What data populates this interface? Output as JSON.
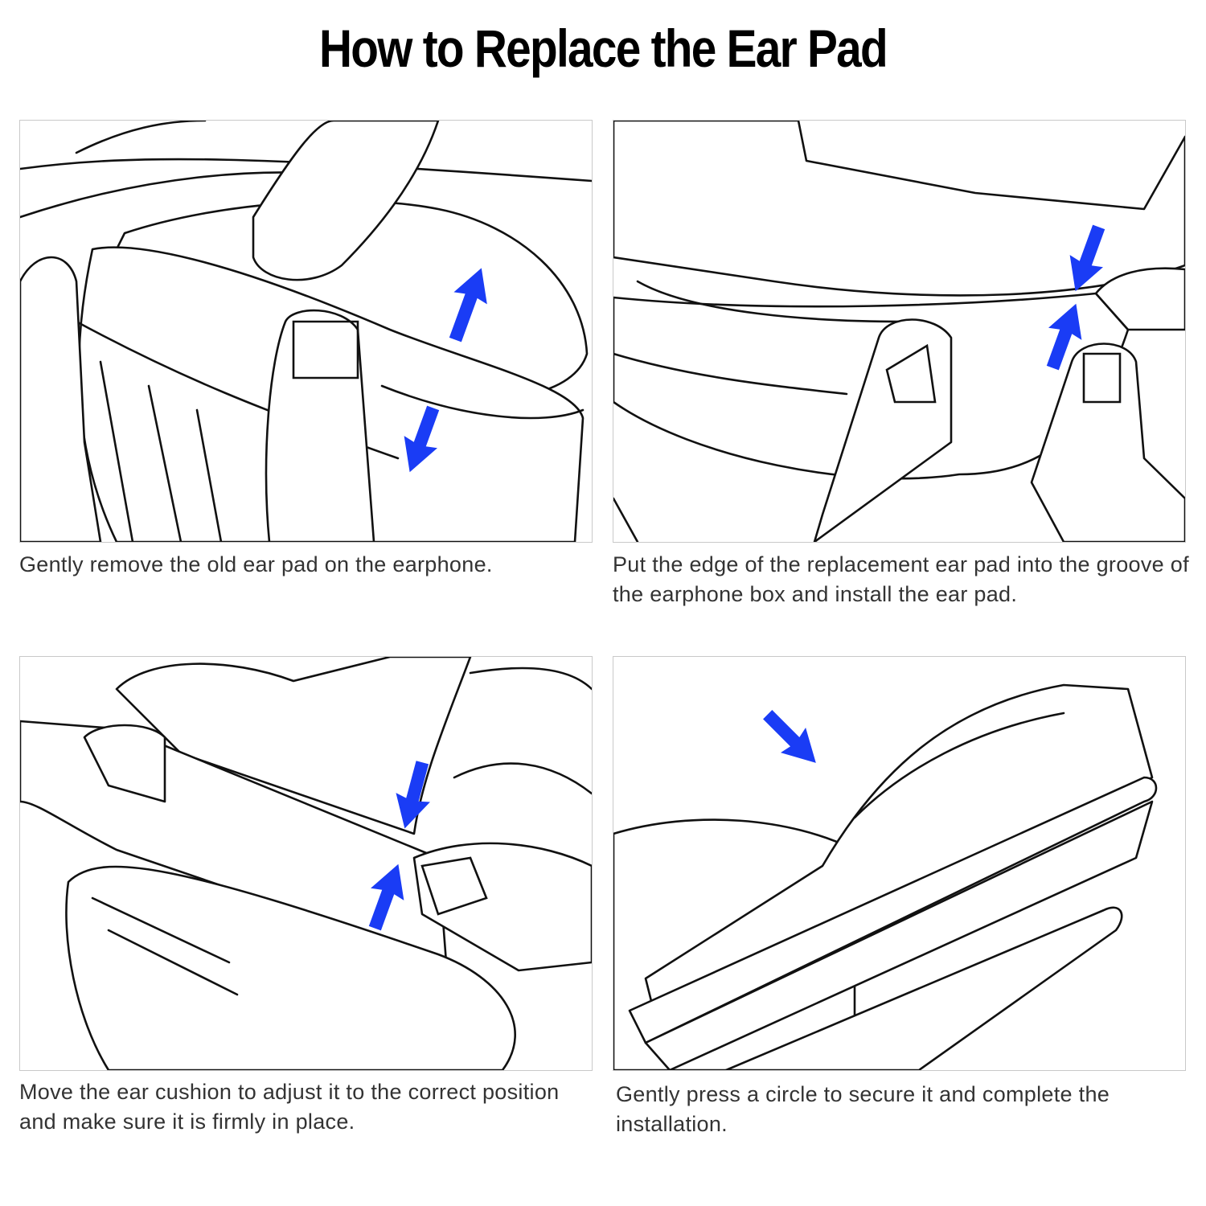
{
  "title": "How to Replace the Ear Pad",
  "accent_color": "#1a3cf5",
  "steps": [
    {
      "caption": "Gently remove the old ear pad on the earphone."
    },
    {
      "caption": "Put the edge of the replacement ear pad into the groove of the earphone box and install the ear pad."
    },
    {
      "caption": "Move the ear cushion to adjust it to the correct position and make sure it is firmly in place."
    },
    {
      "caption": "Gently press a circle to secure it and complete the installation."
    }
  ]
}
